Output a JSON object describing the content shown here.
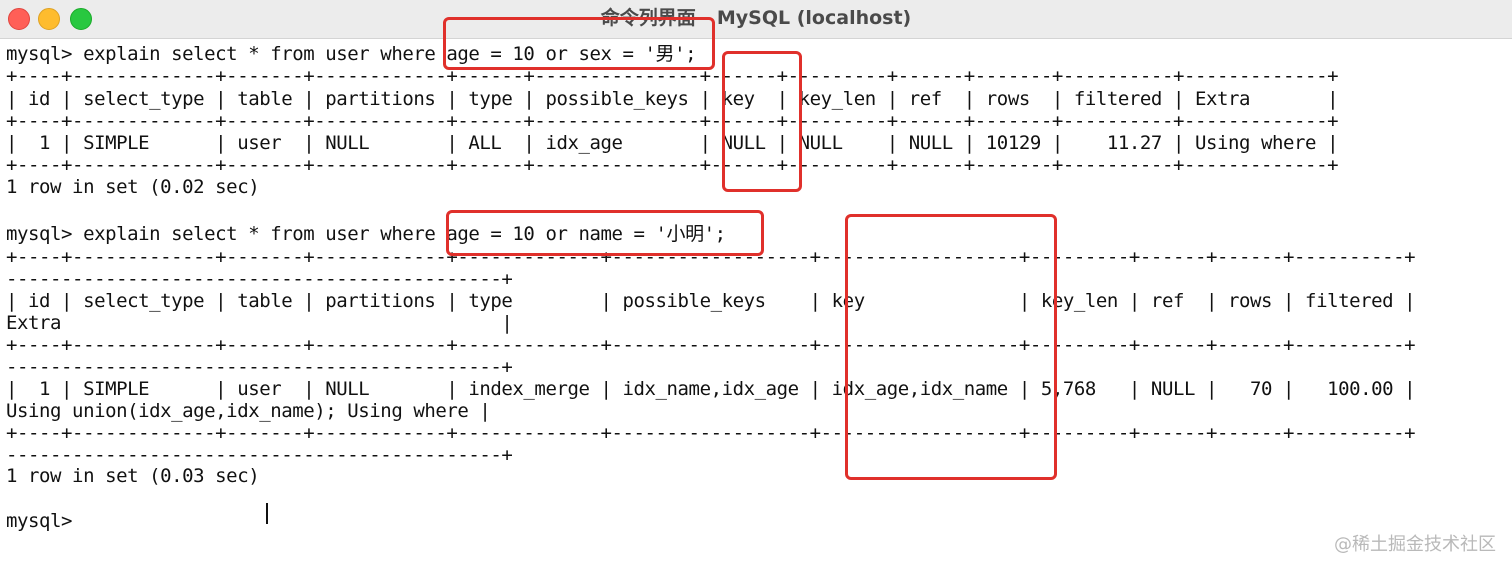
{
  "window": {
    "title": "命令列界面 - MySQL (localhost)"
  },
  "terminal": {
    "lines": [
      "mysql> explain select * from user where age = 10 or sex = '男';",
      "+----+-------------+-------+------------+------+---------------+------+---------+------+-------+----------+-------------+",
      "| id | select_type | table | partitions | type | possible_keys | key  | key_len | ref  | rows  | filtered | Extra       |",
      "+----+-------------+-------+------------+------+---------------+------+---------+------+-------+----------+-------------+",
      "|  1 | SIMPLE      | user  | NULL       | ALL  | idx_age       | NULL | NULL    | NULL | 10129 |    11.27 | Using where |",
      "+----+-------------+-------+------------+------+---------------+------+---------+------+-------+----------+-------------+",
      "1 row in set (0.02 sec)",
      "",
      "mysql> explain select * from user where age = 10 or name = '小明';",
      "+----+-------------+-------+------------+-------------+------------------+------------------+---------+------+------+----------+",
      "---------------------------------------------+",
      "| id | select_type | table | partitions | type        | possible_keys    | key              | key_len | ref  | rows | filtered |",
      "Extra                                        |",
      "+----+-------------+-------+------------+-------------+------------------+------------------+---------+------+------+----------+",
      "---------------------------------------------+",
      "|  1 | SIMPLE      | user  | NULL       | index_merge | idx_name,idx_age | idx_age,idx_name | 5,768   | NULL |   70 |   100.00 |",
      "Using union(idx_age,idx_name); Using where |",
      "+----+-------------+-------+------------+-------------+------------------+------------------+---------+------+------+----------+",
      "---------------------------------------------+",
      "1 row in set (0.03 sec)",
      "",
      "mysql>"
    ]
  },
  "watermark": "@稀土掘金技术社区",
  "colors": {
    "annotation": "#e0302b",
    "terminal_text": "#111111",
    "titlebar": "#ececec"
  }
}
